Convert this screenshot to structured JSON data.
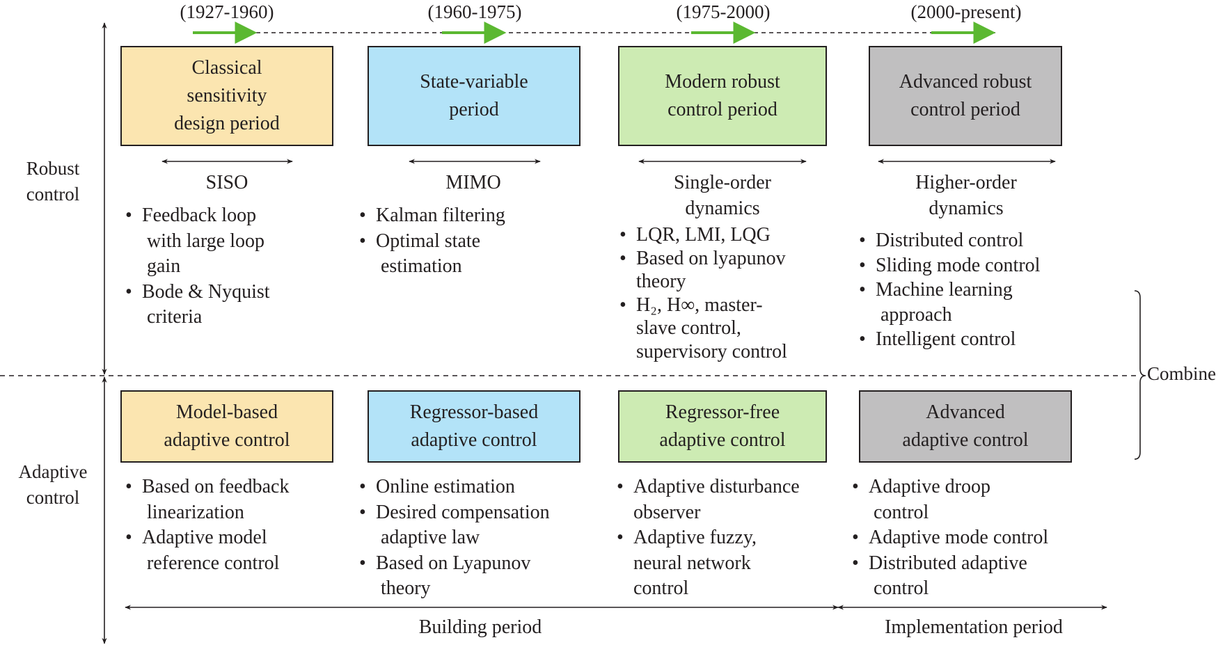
{
  "colors": {
    "orange": "#fbe5b0",
    "blue": "#b3e3f8",
    "green": "#cdebb3",
    "gray": "#c0bfc0",
    "arrow_green": "#5bb831",
    "line": "#231f20"
  },
  "periods": [
    "(1927-1960)",
    "(1960-1975)",
    "(1975-2000)",
    "(2000-present)"
  ],
  "sides": {
    "robust": "Robust\ncontrol",
    "adaptive": "Adaptive\ncontrol",
    "combine": "Combine"
  },
  "robust_boxes": [
    "Classical\nsensitivity\ndesign period",
    "State-variable\nperiod",
    "Modern robust\ncontrol period",
    "Advanced robust\ncontrol period"
  ],
  "span_labels": [
    "SISO",
    "MIMO",
    "Single-order\ndynamics",
    "Higher-order\ndynamics"
  ],
  "robust_bullets": [
    [
      "Feedback loop\n with large loop\n gain",
      "Bode & Nyquist\n criteria"
    ],
    [
      "Kalman filtering",
      "Optimal state\n estimation"
    ],
    [
      "LQR, LMI, LQG",
      "Based on lyapunov\ntheory",
      "H₂, H∞, master-\nslave control,\nsupervisory control"
    ],
    [
      "Distributed control",
      "Sliding mode control",
      "Machine learning\n approach",
      "Intelligent control"
    ]
  ],
  "adaptive_boxes": [
    "Model-based\nadaptive control",
    "Regressor-based\nadaptive control",
    "Regressor-free\nadaptive control",
    "Advanced\nadaptive control"
  ],
  "adaptive_bullets": [
    [
      "Based on feedback\n linearization",
      "Adaptive model\n reference control"
    ],
    [
      "Online estimation",
      "Desired compensation\n adaptive law",
      "Based on Lyapunov\n theory"
    ],
    [
      "Adaptive disturbance\nobserver",
      "Adaptive fuzzy,\nneural network\ncontrol"
    ],
    [
      "Adaptive droop\n control",
      "Adaptive mode control",
      "Distributed adaptive\n control"
    ]
  ],
  "bottom": {
    "building": "Building period",
    "implementation": "Implementation period"
  }
}
